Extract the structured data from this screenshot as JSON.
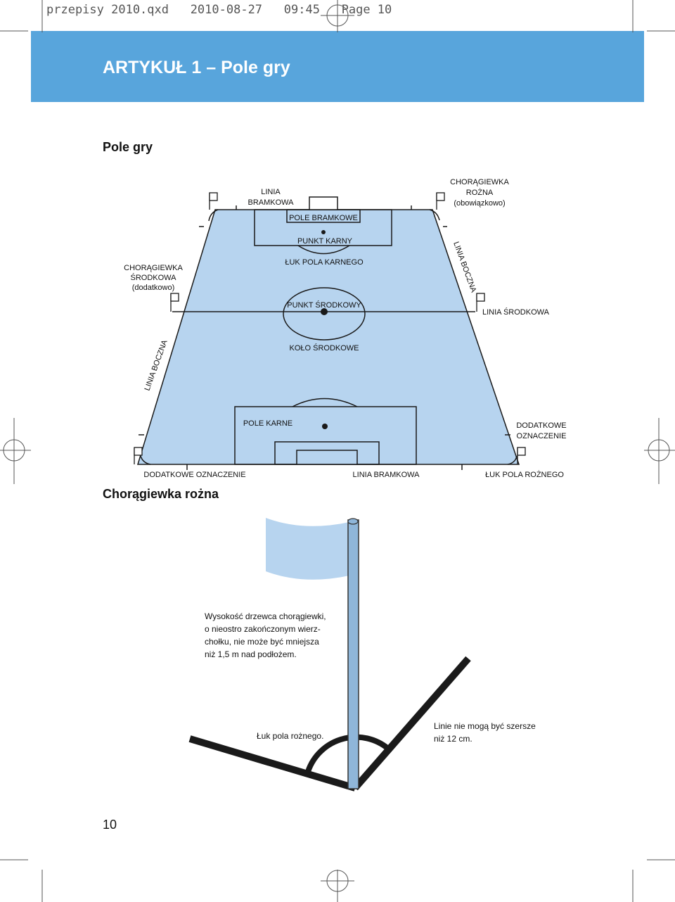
{
  "slug": "przepisy 2010.qxd   2010-08-27   09:45   Page 10",
  "header": {
    "title": "ARTYKUŁ 1 – Pole gry"
  },
  "section_field": {
    "title": "Pole gry"
  },
  "field_labels": {
    "goal_line_top": [
      "LINIA",
      "BRAMKOWA"
    ],
    "goal_area_top": "POLE BRAMKOWE",
    "penalty_mark": "PUNKT KARNY",
    "penalty_arc": "ŁUK POLA KARNEGO",
    "centre_mark": "PUNKT  ŚRODKOWY",
    "centre_circle": "KOŁO ŚRODKOWE",
    "halfway_flag": [
      "CHORĄGIEWKA",
      "ŚRODKOWA",
      "(dodatkowo)"
    ],
    "corner_flag": [
      "CHORĄGIEWKA",
      "ROŻNA",
      "(obowiązkowo)"
    ],
    "touchline_right": "LINIA BOCZNA",
    "touchline_left": "LINIA BOCZNA",
    "halfway_line": "LINIA ŚRODKOWA",
    "penalty_area": "POLE KARNE",
    "extra_marks_right": [
      "DODATKOWE",
      "OZNACZENIE"
    ],
    "extra_marks_bottom": "DODATKOWE OZNACZENIE",
    "goal_line_bottom": "LINIA BRAMKOWA",
    "corner_arc": "ŁUK POLA ROŻNEGO"
  },
  "section_flag": {
    "title": "Chorągiewka rożna"
  },
  "flag_labels": {
    "height_note": [
      "Wysokość drzewca chorągiewki,",
      "o nieostro zakończonym wierz-",
      "chołku, nie może być mniejsza",
      "niż 1,5 m nad podłożem."
    ],
    "corner_arc": "Łuk pola rożnego.",
    "line_width_note": [
      "Linie nie mogą być szersze",
      "niż 12 cm."
    ]
  },
  "page_number": "10",
  "colors": {
    "header": "#58a5dc",
    "field": "#b7d4ef",
    "line": "#1a1a1a"
  }
}
